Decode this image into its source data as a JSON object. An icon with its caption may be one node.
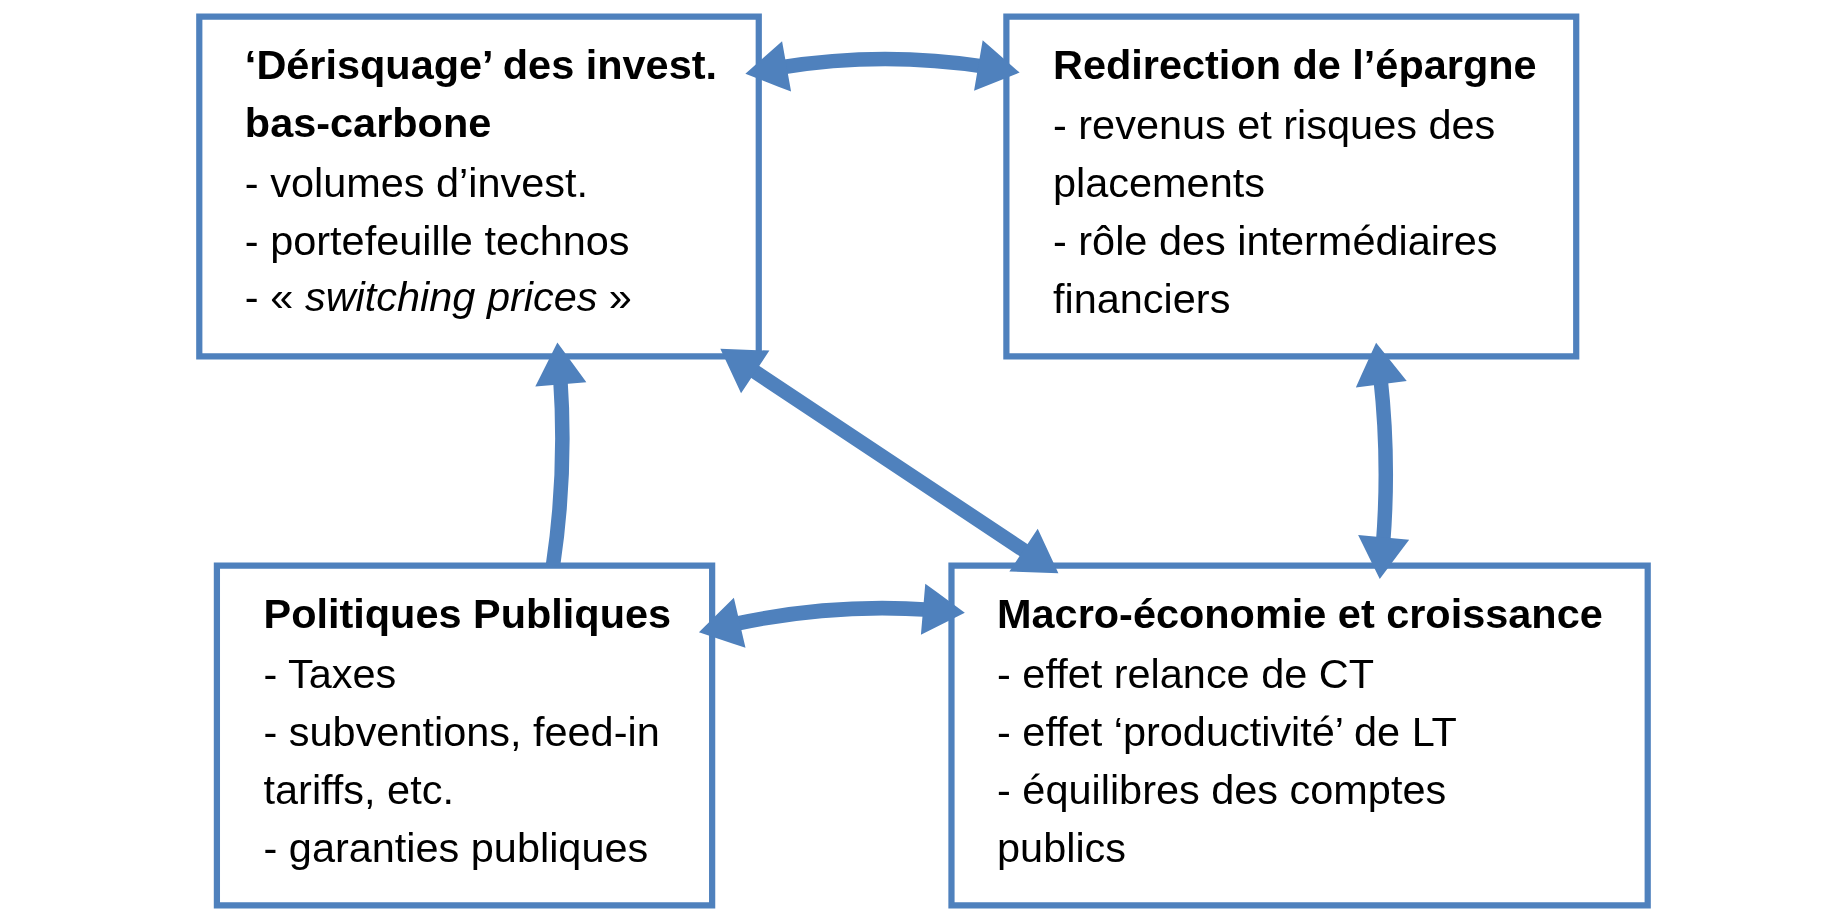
{
  "diagram": {
    "nodes": [
      {
        "text": [
          "‘Dérisquage’ des invest. bas-carbone",
          "- volumes d’invest.",
          "- portefeuille technos",
          "- « *switching prices* »"
        ]
      },
      {
        "text": [
          "Redirection de l’épargne",
          "- revenus et risques des placements",
          "- rôle des intermédiaires financiers"
        ]
      },
      {
        "text": [
          "Macro-économie et croissance",
          "- effet relance de CT",
          "- effet ‘productivité’ de LT",
          "- équilibres des comptes publics"
        ]
      },
      {
        "text": [
          "Politiques Publiques",
          "- Taxes",
          "- subventions, feed-in tariffs, etc.",
          "- garanties publiques"
        ]
      }
    ],
    "edges": [
      {
        "from": 0,
        "to": 1,
        "arrow": "both"
      },
      {
        "from": 3,
        "to": 0,
        "arrow": "to"
      },
      {
        "from": 0,
        "to": 2,
        "arrow": "both"
      },
      {
        "from": 1,
        "to": 2,
        "arrow": "both"
      },
      {
        "from": 3,
        "to": 2,
        "arrow": "both"
      }
    ]
  }
}
